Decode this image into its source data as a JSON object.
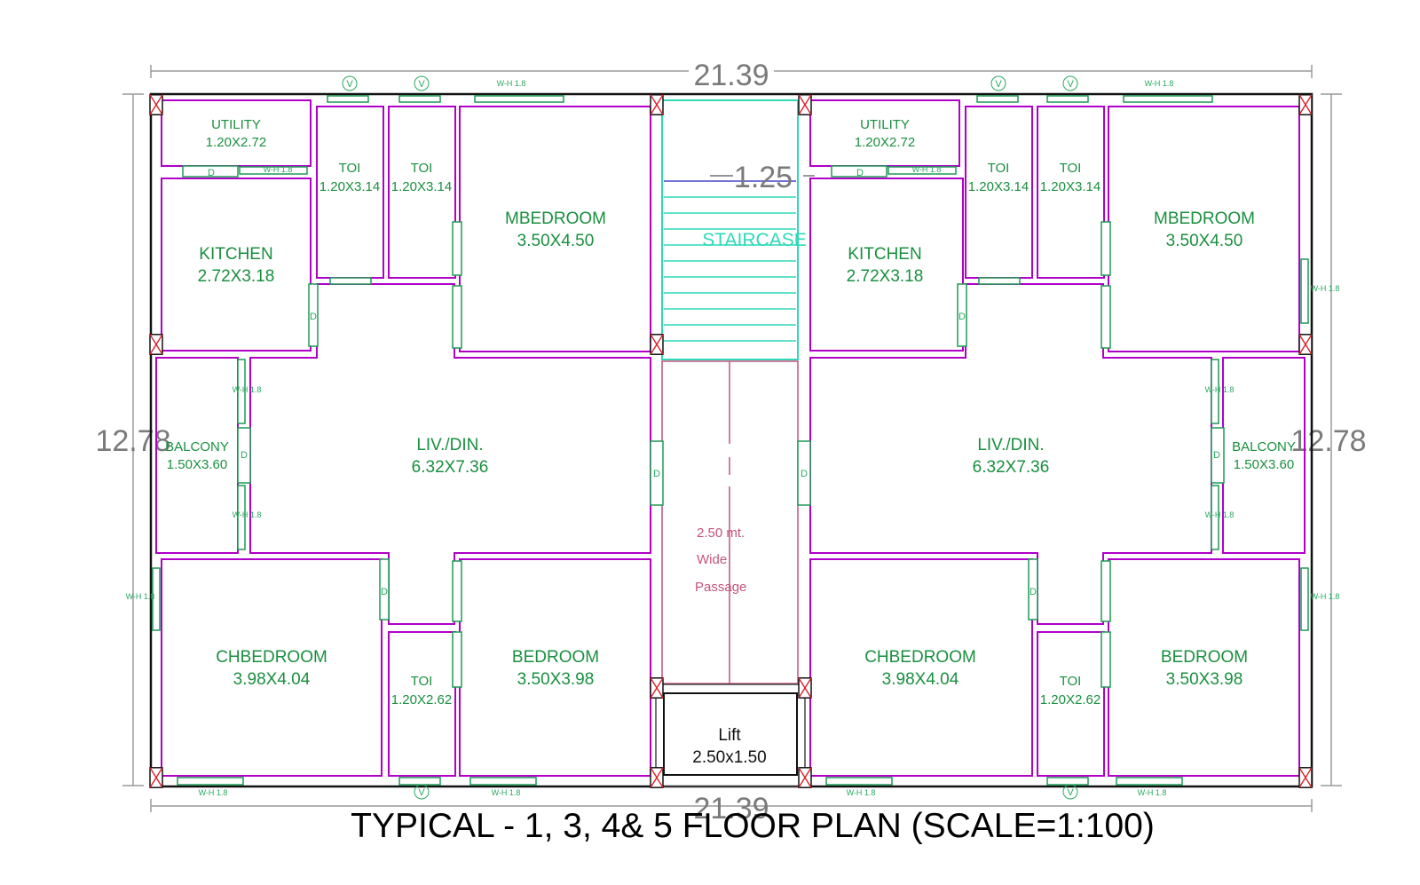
{
  "title": "TYPICAL - 1, 3, 4& 5 FLOOR PLAN (SCALE=1:100)",
  "dimensions": {
    "overall_width": "21.39",
    "overall_width_bottom": "21.39",
    "overall_depth_left": "12.78",
    "overall_depth_right": "12.78",
    "stair_width": "1.25"
  },
  "flat_left": {
    "utility": {
      "name": "UTILITY",
      "size": "1.20X2.72"
    },
    "toi1": {
      "name": "TOI",
      "size": "1.20X3.14"
    },
    "toi2": {
      "name": "TOI",
      "size": "1.20X3.14"
    },
    "mbedroom": {
      "name": "MBEDROOM",
      "size": "3.50X4.50"
    },
    "kitchen": {
      "name": "KITCHEN",
      "size": "2.72X3.18"
    },
    "balcony": {
      "name": "BALCONY",
      "size": "1.50X3.60"
    },
    "livdin": {
      "name": "LIV./DIN.",
      "size": "6.32X7.36"
    },
    "chbedroom": {
      "name": "CHBEDROOM",
      "size": "3.98X4.04"
    },
    "toi3": {
      "name": "TOI",
      "size": "1.20X2.62"
    },
    "bedroom": {
      "name": "BEDROOM",
      "size": "3.50X3.98"
    }
  },
  "flat_right": {
    "utility": {
      "name": "UTILITY",
      "size": "1.20X2.72"
    },
    "toi1": {
      "name": "TOI",
      "size": "1.20X3.14"
    },
    "toi2": {
      "name": "TOI",
      "size": "1.20X3.14"
    },
    "mbedroom": {
      "name": "MBEDROOM",
      "size": "3.50X4.50"
    },
    "kitchen": {
      "name": "KITCHEN",
      "size": "2.72X3.18"
    },
    "balcony": {
      "name": "BALCONY",
      "size": "1.50X3.60"
    },
    "livdin": {
      "name": "LIV./DIN.",
      "size": "6.32X7.36"
    },
    "chbedroom": {
      "name": "CHBEDROOM",
      "size": "3.98X4.04"
    },
    "toi3": {
      "name": "TOI",
      "size": "1.20X2.62"
    },
    "bedroom": {
      "name": "BEDROOM",
      "size": "3.50X3.98"
    }
  },
  "core": {
    "staircase": "STAIRCASE",
    "passage_line1": "2.50 mt.",
    "passage_line2": "Wide",
    "passage_line3": "Passage",
    "lift_name": "Lift",
    "lift_size": "2.50x1.50"
  },
  "tags": {
    "door": "D",
    "ventilator": "V",
    "window": "W-H 1.8"
  },
  "colors": {
    "wall": "#b000c8",
    "room_text": "#1a8f3f",
    "window": "#1e9a55",
    "staircase": "#2fd9b8",
    "passage": "#c2547a",
    "column_cross": "#e0202a"
  }
}
